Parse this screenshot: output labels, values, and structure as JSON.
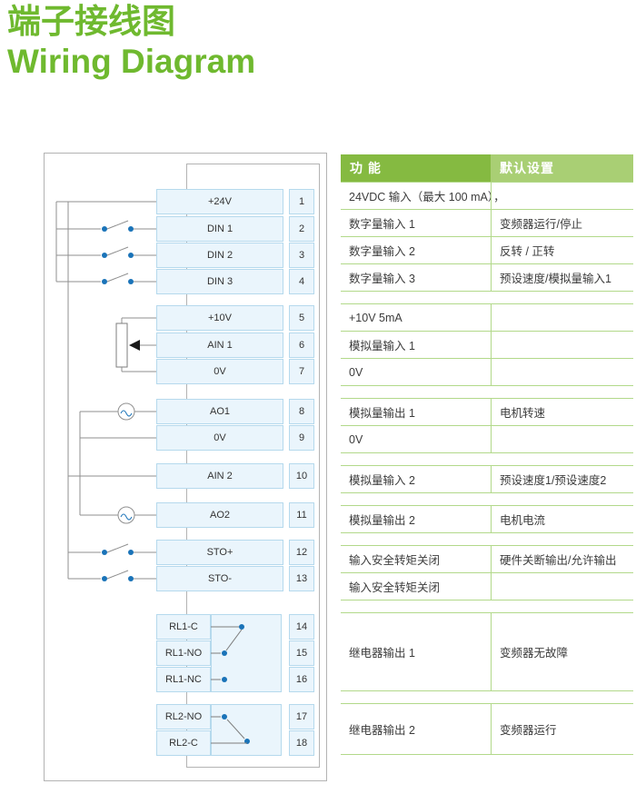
{
  "page": {
    "title_cn": "端子接线图",
    "title_en": "Wiring Diagram"
  },
  "colors": {
    "title_green": "#6fb92f",
    "header_green_dark": "#85ba41",
    "header_green_light": "#a9cf74",
    "table_line_green": "#b2d98a",
    "terminal_fill": "#eaf5fc",
    "terminal_border": "#b5d9ed",
    "contact_dot_blue": "#1a73b8"
  },
  "diagram": {
    "terminals": [
      {
        "label": "+24V",
        "num": "1"
      },
      {
        "label": "DIN 1",
        "num": "2"
      },
      {
        "label": "DIN 2",
        "num": "3"
      },
      {
        "label": "DIN 3",
        "num": "4"
      },
      {
        "label": "+10V",
        "num": "5"
      },
      {
        "label": "AIN 1",
        "num": "6"
      },
      {
        "label": "0V",
        "num": "7"
      },
      {
        "label": "AO1",
        "num": "8"
      },
      {
        "label": "0V",
        "num": "9"
      },
      {
        "label": "AIN 2",
        "num": "10"
      },
      {
        "label": "AO2",
        "num": "11"
      },
      {
        "label": "STO+",
        "num": "12"
      },
      {
        "label": "STO-",
        "num": "13"
      },
      {
        "label": "RL1-C",
        "num": "14"
      },
      {
        "label": "RL1-NO",
        "num": "15"
      },
      {
        "label": "RL1-NC",
        "num": "16"
      },
      {
        "label": "RL2-NO",
        "num": "17"
      },
      {
        "label": "RL2-C",
        "num": "18"
      }
    ],
    "icons": [
      "switch-icon",
      "potentiometer-icon",
      "meter-icon",
      "relay-contact-icon"
    ]
  },
  "table": {
    "headers": {
      "function": "功 能",
      "default": "默认设置"
    },
    "groups": [
      {
        "rows": [
          {
            "function": "24VDC 输入（最大 100 mA），",
            "default": ""
          },
          {
            "function": "数字量输入 1",
            "default": "变频器运行/停止"
          },
          {
            "function": "数字量输入 2",
            "default": "反转 / 正转"
          },
          {
            "function": "数字量输入 3",
            "default": "预设速度/模拟量输入1"
          }
        ]
      },
      {
        "rows": [
          {
            "function": "+10V  5mA",
            "default": ""
          },
          {
            "function": "模拟量输入 1",
            "default": ""
          },
          {
            "function": "0V",
            "default": ""
          }
        ]
      },
      {
        "rows": [
          {
            "function": "模拟量输出 1",
            "default": "电机转速"
          },
          {
            "function": "0V",
            "default": ""
          }
        ]
      },
      {
        "rows": [
          {
            "function": "模拟量输入 2",
            "default": "预设速度1/预设速度2"
          }
        ]
      },
      {
        "rows": [
          {
            "function": "模拟量输出 2",
            "default": "电机电流"
          }
        ]
      },
      {
        "rows": [
          {
            "function": "输入安全转矩关闭",
            "default": "硬件关断输出/允许输出"
          },
          {
            "function": "输入安全转矩关闭",
            "default": ""
          }
        ]
      },
      {
        "rows": [
          {
            "function": "继电器输出 1",
            "default": "变频器无故障"
          }
        ]
      },
      {
        "rows": [
          {
            "function": "继电器输出 2",
            "default": "变频器运行"
          }
        ]
      }
    ]
  }
}
